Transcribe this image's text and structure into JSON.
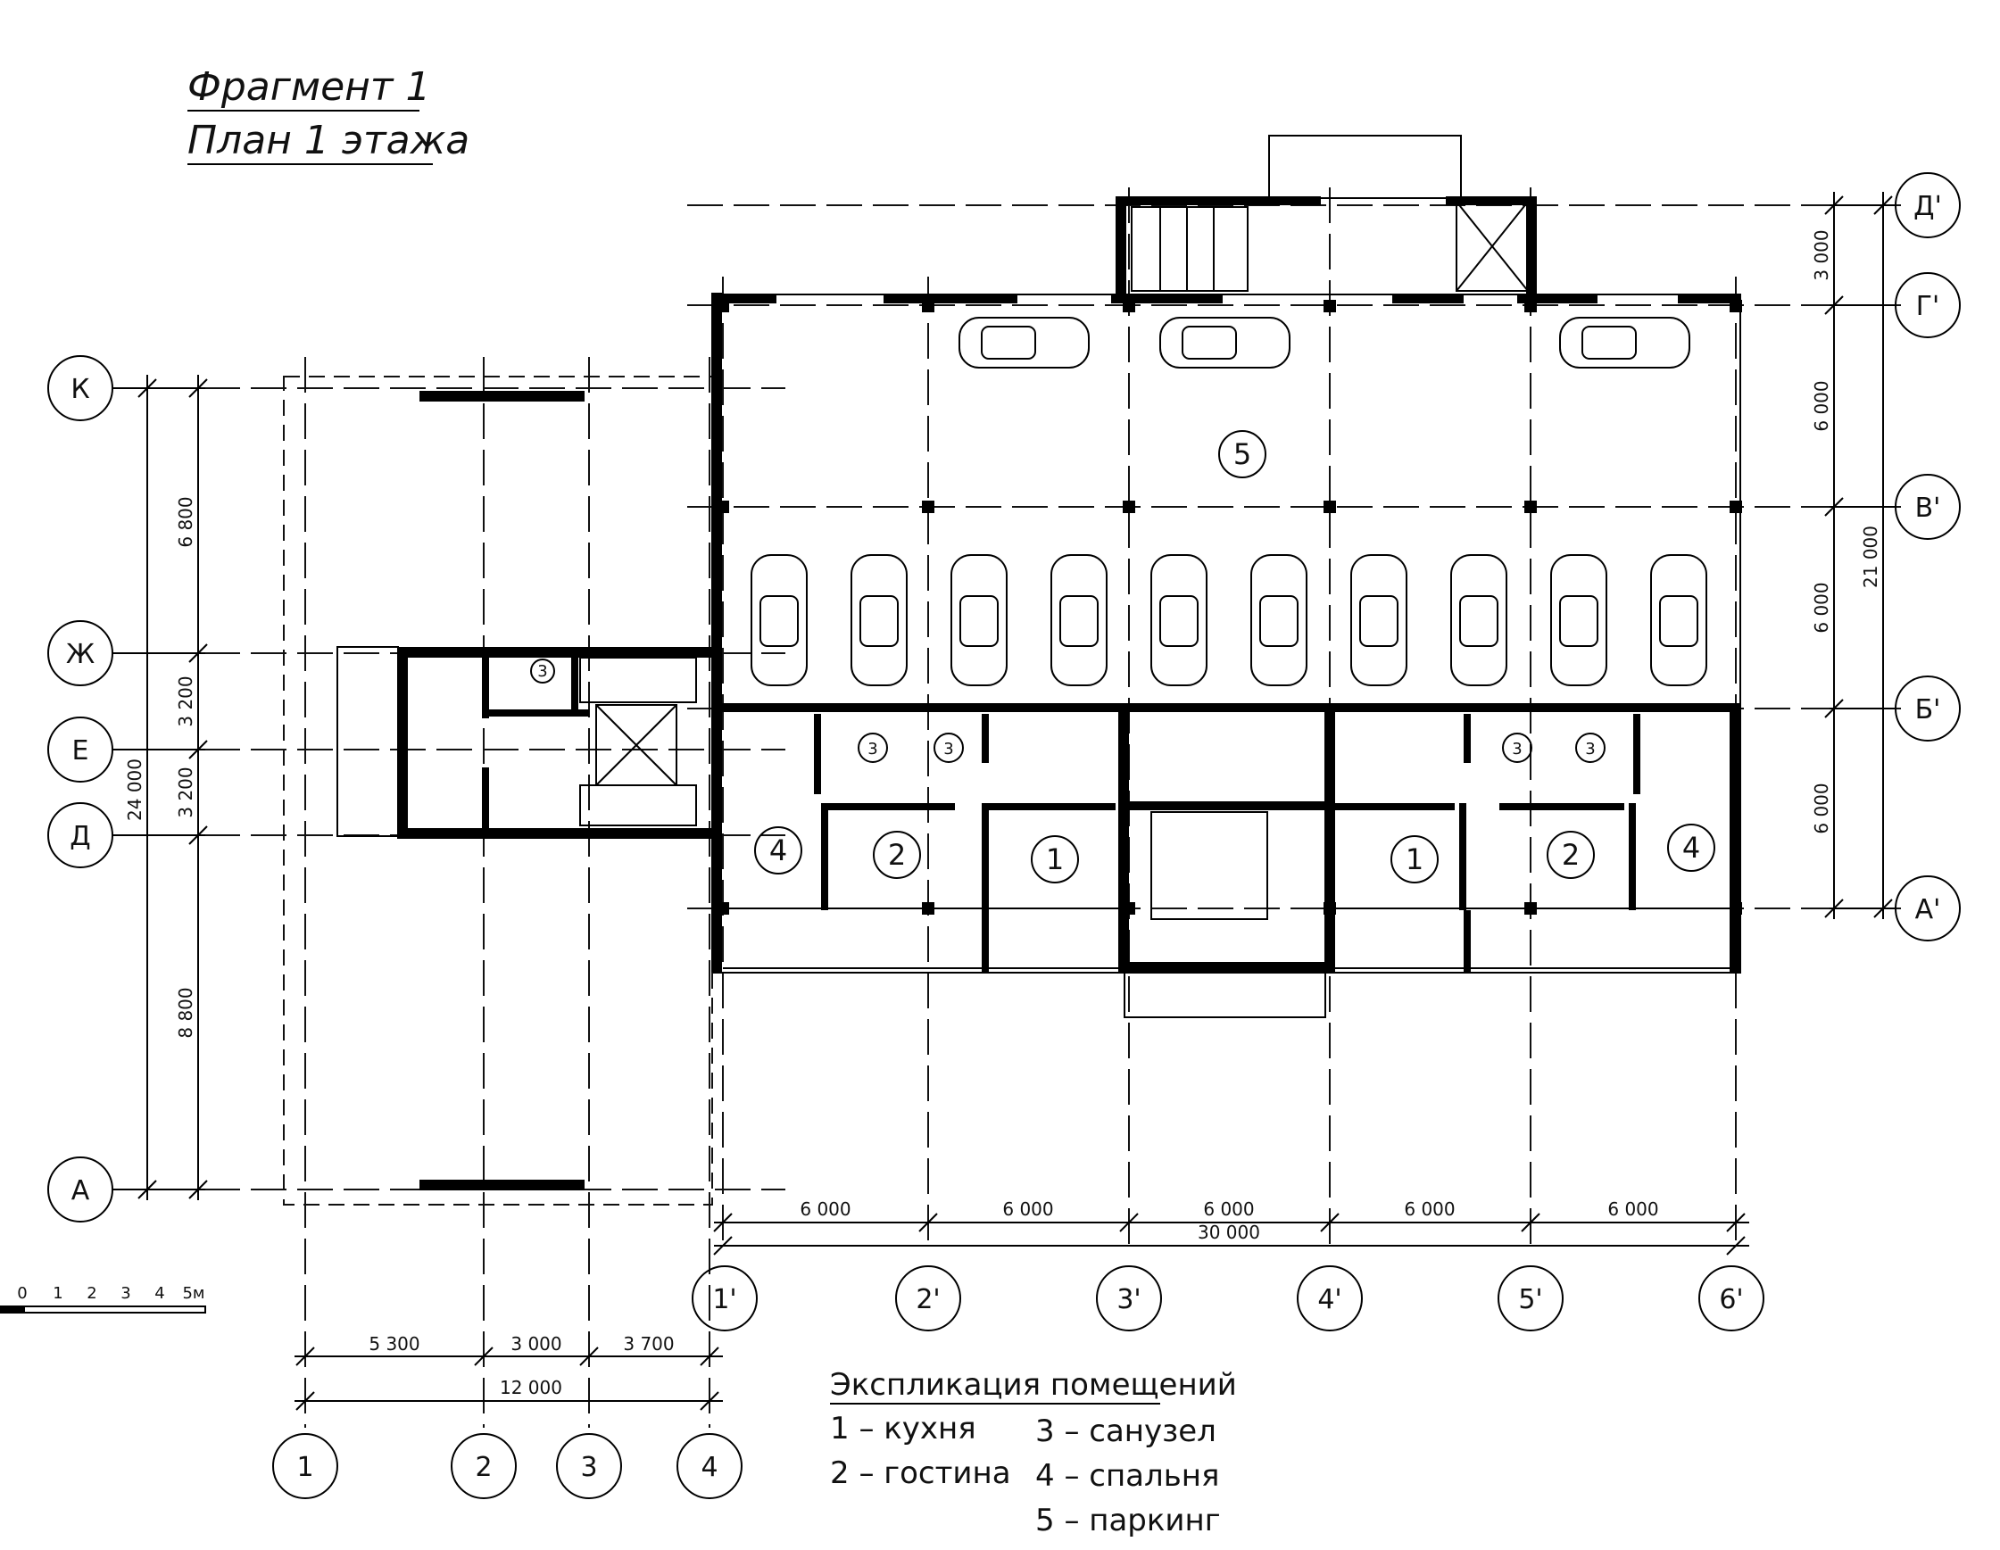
{
  "title": {
    "line1": "Фрагмент 1",
    "line2": "План 1 этажа"
  },
  "axes_letters_left": [
    "К",
    "Ж",
    "Е",
    "Д",
    "А"
  ],
  "axes_letters_right": [
    "Д'",
    "Г'",
    "В'",
    "Б'",
    "А'"
  ],
  "axes_numbers_bottom_left": [
    "1",
    "2",
    "3",
    "4"
  ],
  "axes_numbers_bottom_right": [
    "1'",
    "2'",
    "3'",
    "4'",
    "5'",
    "6'"
  ],
  "dimensions": {
    "left_vertical": [
      "6 800",
      "3 200",
      "3 200",
      "8 800"
    ],
    "left_total": "24 000",
    "right_vertical": [
      "3 000",
      "6 000",
      "6 000",
      "6 000"
    ],
    "right_total": "21 000",
    "bottom_right_spans": [
      "6 000",
      "6 000",
      "6 000",
      "6 000",
      "6 000"
    ],
    "bottom_right_total": "30 000",
    "bottom_left_spans": [
      "5 300",
      "3 000",
      "3 700"
    ],
    "bottom_left_total": "12 000"
  },
  "scale": {
    "labels": [
      "0",
      "1",
      "2",
      "3",
      "4",
      "5м"
    ]
  },
  "rooms": {
    "parking": "5",
    "left_unit": [
      "4",
      "2",
      "1"
    ],
    "right_unit": [
      "1",
      "2",
      "4"
    ],
    "sanitary": "3"
  },
  "legend": {
    "title": "Экспликация помещений",
    "items": [
      "1 – кухня",
      "2 – гостина",
      "3 – санузел",
      "4 – спальня",
      "5 – паркинг"
    ]
  }
}
